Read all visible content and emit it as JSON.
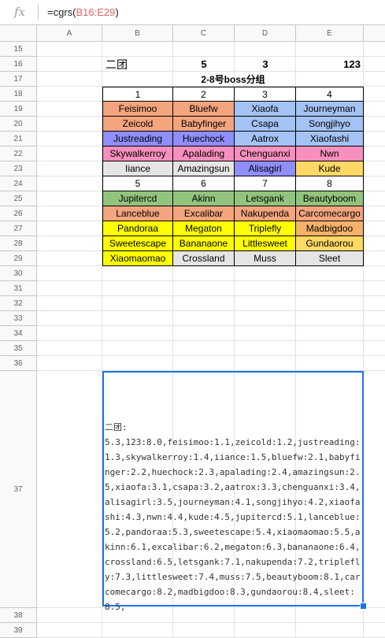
{
  "formula_bar": {
    "fx": "fx",
    "prefix": "=cgrs(",
    "range": "B16:E29",
    "suffix": ")"
  },
  "columns": [
    "A",
    "B",
    "C",
    "D",
    "E"
  ],
  "rows": [
    "15",
    "16",
    "17",
    "18",
    "19",
    "20",
    "21",
    "22",
    "23",
    "24",
    "25",
    "26",
    "27",
    "28",
    "29",
    "30",
    "31",
    "32",
    "33",
    "34",
    "35",
    "36",
    "37",
    "38",
    "39"
  ],
  "row16": {
    "b": "二团",
    "c": "5",
    "d": "3",
    "e": "123"
  },
  "row17": {
    "title": "2-8号boss分组"
  },
  "group_table": [
    [
      {
        "t": "1",
        "c": "#ffffff"
      },
      {
        "t": "2",
        "c": "#ffffff"
      },
      {
        "t": "3",
        "c": "#ffffff"
      },
      {
        "t": "4",
        "c": "#ffffff"
      }
    ],
    [
      {
        "t": "Feisimoo",
        "c": "#f4a57e"
      },
      {
        "t": "Bluefw",
        "c": "#f4a57e"
      },
      {
        "t": "Xiaofa",
        "c": "#a4c2f4"
      },
      {
        "t": "Journeyman",
        "c": "#a4c2f4"
      }
    ],
    [
      {
        "t": "Zeicold",
        "c": "#f4a57e"
      },
      {
        "t": "Babyfinger",
        "c": "#f4a57e"
      },
      {
        "t": "Csapa",
        "c": "#a4c2f4"
      },
      {
        "t": "Songjihyo",
        "c": "#a4c2f4"
      }
    ],
    [
      {
        "t": "Justreading",
        "c": "#8e8efc"
      },
      {
        "t": "Huechock",
        "c": "#8e8efc"
      },
      {
        "t": "Aatrox",
        "c": "#a4c2f4"
      },
      {
        "t": "Xiaofashi",
        "c": "#a4c2f4"
      }
    ],
    [
      {
        "t": "Skywalkerroy",
        "c": "#f78fbf"
      },
      {
        "t": "Apalading",
        "c": "#f78fbf"
      },
      {
        "t": "Chenguanxi",
        "c": "#f78fbf"
      },
      {
        "t": "Nwn",
        "c": "#f78fbf"
      }
    ],
    [
      {
        "t": "Iiance",
        "c": "#e5e5e5"
      },
      {
        "t": "Amazingsun",
        "c": "#e5e5e5"
      },
      {
        "t": "Alisagirl",
        "c": "#8e8efc"
      },
      {
        "t": "Kude",
        "c": "#ffd966"
      }
    ],
    [
      {
        "t": "5",
        "c": "#ffffff"
      },
      {
        "t": "6",
        "c": "#ffffff"
      },
      {
        "t": "7",
        "c": "#ffffff"
      },
      {
        "t": "8",
        "c": "#ffffff"
      }
    ],
    [
      {
        "t": "Jupitercd",
        "c": "#93c47d"
      },
      {
        "t": "Akinn",
        "c": "#93c47d"
      },
      {
        "t": "Letsgank",
        "c": "#93c47d"
      },
      {
        "t": "Beautyboom",
        "c": "#93c47d"
      }
    ],
    [
      {
        "t": "Lanceblue",
        "c": "#f4a57e"
      },
      {
        "t": "Excalibar",
        "c": "#f4a57e"
      },
      {
        "t": "Nakupenda",
        "c": "#f4a57e"
      },
      {
        "t": "Carcomecargo",
        "c": "#f4a57e"
      }
    ],
    [
      {
        "t": "Pandoraa",
        "c": "#ffff00"
      },
      {
        "t": "Megaton",
        "c": "#ffff00"
      },
      {
        "t": "Triplefly",
        "c": "#ffff00"
      },
      {
        "t": "Madbigdoo",
        "c": "#f6b26b"
      }
    ],
    [
      {
        "t": "Sweetescape",
        "c": "#ffff00"
      },
      {
        "t": "Bananaone",
        "c": "#ffff00"
      },
      {
        "t": "Littlesweet",
        "c": "#ffff00"
      },
      {
        "t": "Gundaorou",
        "c": "#ffd966"
      }
    ],
    [
      {
        "t": "Xiaomaomao",
        "c": "#ffff00"
      },
      {
        "t": "Crossland",
        "c": "#e5e5e5"
      },
      {
        "t": "Muss",
        "c": "#e5e5e5"
      },
      {
        "t": "Sleet",
        "c": "#e5e5e5"
      }
    ]
  ],
  "result_cell": {
    "text": "二团:\n5.3,123:8.0,feisimoo:1.1,zeicold:1.2,justreading:1.3,skywalkerroy:1.4,iiance:1.5,bluefw:2.1,babyfinger:2.2,huechock:2.3,apalading:2.4,amazingsun:2.5,xiaofa:3.1,csapa:3.2,aatrox:3.3,chenguanxi:3.4,alisagirl:3.5,journeyman:4.1,songjihyo:4.2,xiaofashi:4.3,nwn:4.4,kude:4.5,jupitercd:5.1,lanceblue:5.2,pandoraa:5.3,sweetescape:5.4,xiaomaomao:5.5,akinn:6.1,excalibar:6.2,megaton:6.3,bananaone:6.4,crossland:6.5,letsgank:7.1,nakupenda:7.2,triplefly:7.3,littlesweet:7.4,muss:7.5,beautyboom:8.1,carcomecargo:8.2,madbigdoo:8.3,gundaorou:8.4,sleet:8.5,"
  }
}
